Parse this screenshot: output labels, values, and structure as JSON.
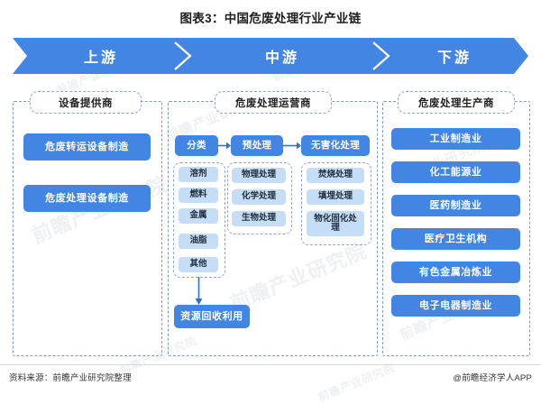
{
  "title": "图表3：中国危废处理行业产业链",
  "banner": {
    "segments": [
      {
        "label": "上游"
      },
      {
        "label": "中游"
      },
      {
        "label": "下游"
      }
    ]
  },
  "colors": {
    "primary_blue": "#4285E3",
    "light_blue": "#C5DDF5",
    "dashed_border": "#7f9bc4",
    "text_dark": "#1a1a1a"
  },
  "columns": {
    "upstream": {
      "header": "设备提供商",
      "boxes": [
        {
          "label": "危废转运设备制造"
        },
        {
          "label": "危废处理设备制造"
        }
      ]
    },
    "midstream": {
      "header": "危废处理运营商",
      "stages": [
        {
          "label": "分类"
        },
        {
          "label": "预处理"
        },
        {
          "label": "无害化处理"
        }
      ],
      "classification_items": [
        {
          "label": "溶剂"
        },
        {
          "label": "燃料"
        },
        {
          "label": "金属"
        },
        {
          "label": "油脂"
        },
        {
          "label": "其他"
        }
      ],
      "pretreatment_items": [
        {
          "label": "物理处理"
        },
        {
          "label": "化学处理"
        },
        {
          "label": "生物处理"
        }
      ],
      "harmless_items": [
        {
          "label": "焚烧处理"
        },
        {
          "label": "填埋处理"
        },
        {
          "label": "物化固化处理"
        }
      ],
      "recycle_box": {
        "label": "资源回收利用"
      }
    },
    "downstream": {
      "header": "危废处理生产商",
      "boxes": [
        {
          "label": "工业制造业"
        },
        {
          "label": "化工能源业"
        },
        {
          "label": "医药制造业"
        },
        {
          "label": "医疗卫生机构"
        },
        {
          "label": "有色金属冶炼业"
        },
        {
          "label": "电子电器制造业"
        }
      ]
    }
  },
  "footer": {
    "source": "资料来源：前瞻产业研究院整理",
    "app": "@前瞻经济学人APP"
  },
  "watermarks": {
    "brand": "前瞻产业研究院",
    "short": "前瞻"
  }
}
